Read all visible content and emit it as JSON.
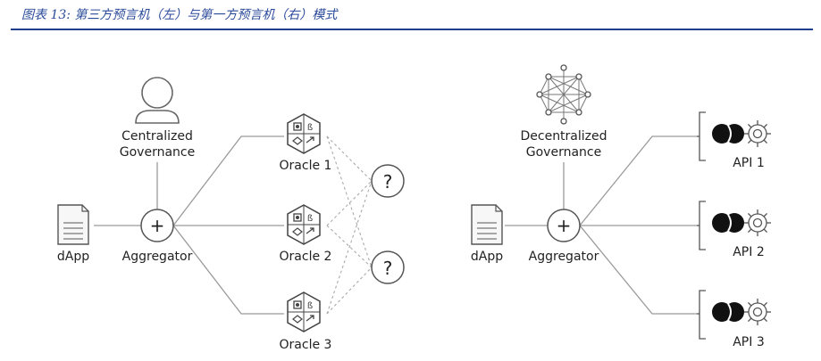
{
  "caption": "图表 13:  第三方预言机（左）与第一方预言机（右）模式",
  "colors": {
    "caption": "#2a4a9a",
    "rule": "#1f3f8c",
    "line": "#9a9a9a",
    "stroke": "#555555"
  },
  "left": {
    "governance_label_1": "Centralized",
    "governance_label_2": "Governance",
    "dapp_label": "dApp",
    "aggregator_label": "Aggregator",
    "aggregator_symbol": "+",
    "oracles": [
      "Oracle 1",
      "Oracle 2",
      "Oracle 3"
    ],
    "unknown_symbol": "?"
  },
  "right": {
    "governance_label_1": "Decentralized",
    "governance_label_2": "Governance",
    "dapp_label": "dApp",
    "aggregator_label": "Aggregator",
    "aggregator_symbol": "+",
    "apis": [
      "API 1",
      "API 2",
      "API 3"
    ]
  }
}
